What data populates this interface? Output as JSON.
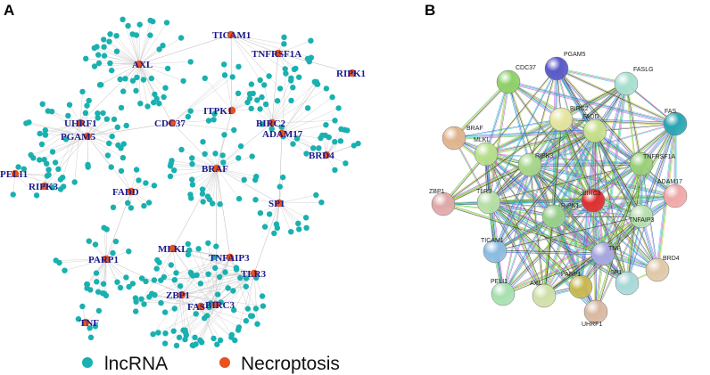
{
  "panels": {
    "a_label": "A",
    "b_label": "B"
  },
  "legend": {
    "items": [
      {
        "label": "lncRNA",
        "color": "#1ab0b0"
      },
      {
        "label": "Necroptosis",
        "color": "#e8521e"
      }
    ]
  },
  "colors": {
    "lncrna": "#1ab0b0",
    "necroptosis": "#e8521e",
    "label": "#1a1a8c"
  },
  "network_a": {
    "genes": [
      {
        "id": "TICAM1",
        "label": "TICAM1"
      },
      {
        "id": "AXL",
        "label": "AXL"
      },
      {
        "id": "TNFRSF1A",
        "label": "TNFRSF1A"
      },
      {
        "id": "RIPK1",
        "label": "RIPK1"
      },
      {
        "id": "UHRF1",
        "label": "UHRF1"
      },
      {
        "id": "PGAM5",
        "label": "PGAM5"
      },
      {
        "id": "CDC37",
        "label": "CDC37"
      },
      {
        "id": "ITPK1",
        "label": "ITPK1"
      },
      {
        "id": "BIRC2",
        "label": "BIRC2"
      },
      {
        "id": "ADAM17",
        "label": "ADAM17"
      },
      {
        "id": "BRD4",
        "label": "BRD4"
      },
      {
        "id": "PELI1",
        "label": "PELI1"
      },
      {
        "id": "RIPK3",
        "label": "RIPK3"
      },
      {
        "id": "FADD",
        "label": "FADD"
      },
      {
        "id": "BRAF",
        "label": "BRAF"
      },
      {
        "id": "SP1",
        "label": "SP1"
      },
      {
        "id": "PARP1",
        "label": "PARP1"
      },
      {
        "id": "MLKL",
        "label": "MLKL"
      },
      {
        "id": "TNFAIP3",
        "label": "TNFAIP3"
      },
      {
        "id": "TLR3",
        "label": "TLR3"
      },
      {
        "id": "ZBP1",
        "label": "ZBP1"
      },
      {
        "id": "FAS",
        "label": "FAS"
      },
      {
        "id": "BIRC3",
        "label": "BIRC3"
      },
      {
        "id": "TNF",
        "label": "TNF"
      }
    ]
  },
  "network_b": {
    "nodes": [
      {
        "id": "PGAM5",
        "label": "PGAM5",
        "color": "#5a5ac8"
      },
      {
        "id": "CDC37",
        "label": "CDC37",
        "color": "#8fd06a"
      },
      {
        "id": "FASLG",
        "label": "FASLG",
        "color": "#a8e0cf"
      },
      {
        "id": "BRAF",
        "label": "BRAF",
        "color": "#e0b48c"
      },
      {
        "id": "BIRC2",
        "label": "BIRC2",
        "color": "#e6e6a0"
      },
      {
        "id": "FADD",
        "label": "FADD",
        "color": "#c8e08c"
      },
      {
        "id": "FAS",
        "label": "FAS",
        "color": "#2aa6b4"
      },
      {
        "id": "MLKL",
        "label": "MLKL",
        "color": "#b8e08c"
      },
      {
        "id": "RIPK3",
        "label": "RIPK3",
        "color": "#a8d88c"
      },
      {
        "id": "TNFRSF1A",
        "label": "TNFRSF1A",
        "color": "#9ad07a"
      },
      {
        "id": "ZBP1",
        "label": "ZBP1",
        "color": "#e0a8a8"
      },
      {
        "id": "TLR3",
        "label": "TLR3",
        "color": "#b8e0a8"
      },
      {
        "id": "BIRC3",
        "label": "BIRC3",
        "color": "#e03030"
      },
      {
        "id": "ADAM17",
        "label": "ADAM17",
        "color": "#f0a8a8"
      },
      {
        "id": "RIPK1",
        "label": "RIPK1",
        "color": "#9ad08c"
      },
      {
        "id": "TNFAIP3",
        "label": "TNFAIP3",
        "color": "#b8e0b0"
      },
      {
        "id": "TICAM1",
        "label": "TICAM1",
        "color": "#8cbce0"
      },
      {
        "id": "TNF",
        "label": "TNF",
        "color": "#a8a8e0"
      },
      {
        "id": "BRD4",
        "label": "BRD4",
        "color": "#e0c8a8"
      },
      {
        "id": "PARP1",
        "label": "PARP1",
        "color": "#c8b850"
      },
      {
        "id": "SP1",
        "label": "SP1",
        "color": "#a8d8d8"
      },
      {
        "id": "PELI1",
        "label": "PELI1",
        "color": "#a8e0b0"
      },
      {
        "id": "AXL",
        "label": "AXL",
        "color": "#d0e0a8"
      },
      {
        "id": "UHRF1",
        "label": "UHRF1",
        "color": "#d8b8a0"
      }
    ]
  }
}
